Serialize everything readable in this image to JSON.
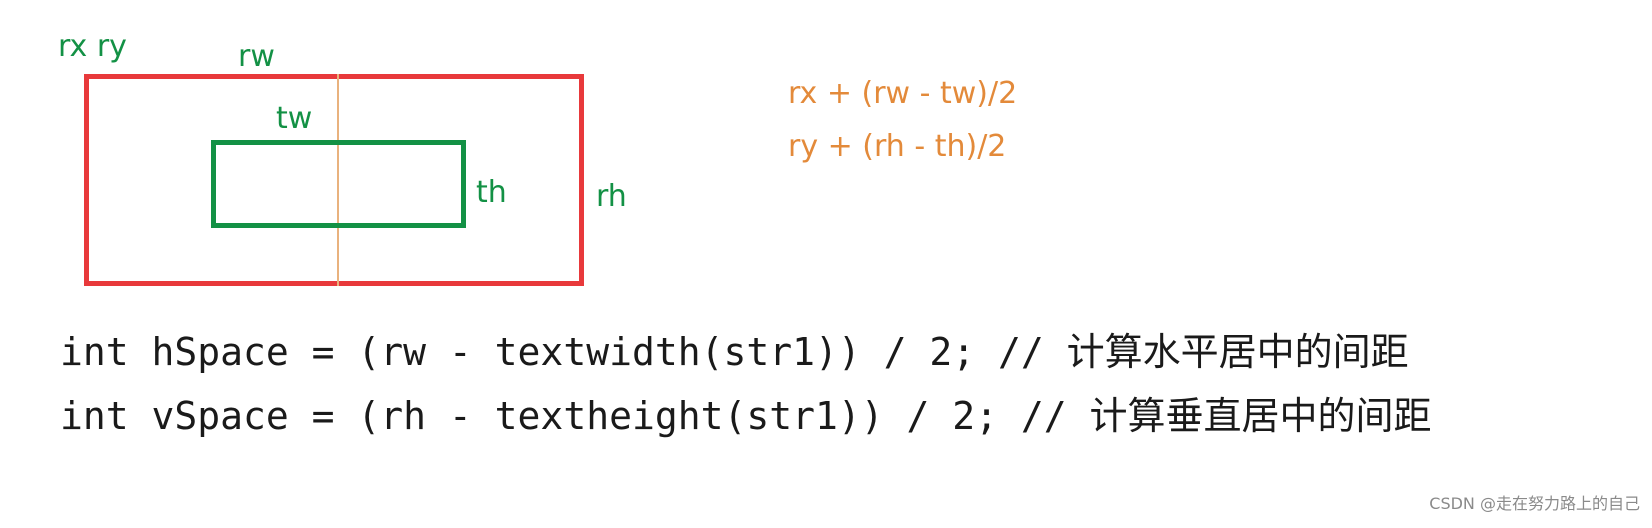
{
  "colors": {
    "red": "#e8393b",
    "green": "#139145",
    "orange": "#e38a3a",
    "orange_line": "#e9b27e"
  },
  "labels": {
    "rx_ry": "rx ry",
    "rw": "rw",
    "tw": "tw",
    "th": "th",
    "rh": "rh"
  },
  "formulas": [
    "rx + (rw - tw)/2",
    "ry + (rh - th)/2"
  ],
  "code_lines": [
    "int hSpace = (rw - textwidth(str1)) / 2; // 计算水平居中的间距",
    "int vSpace = (rh - textheight(str1)) / 2; // 计算垂直居中的间距"
  ],
  "watermark": "CSDN @走在努力路上的自己"
}
